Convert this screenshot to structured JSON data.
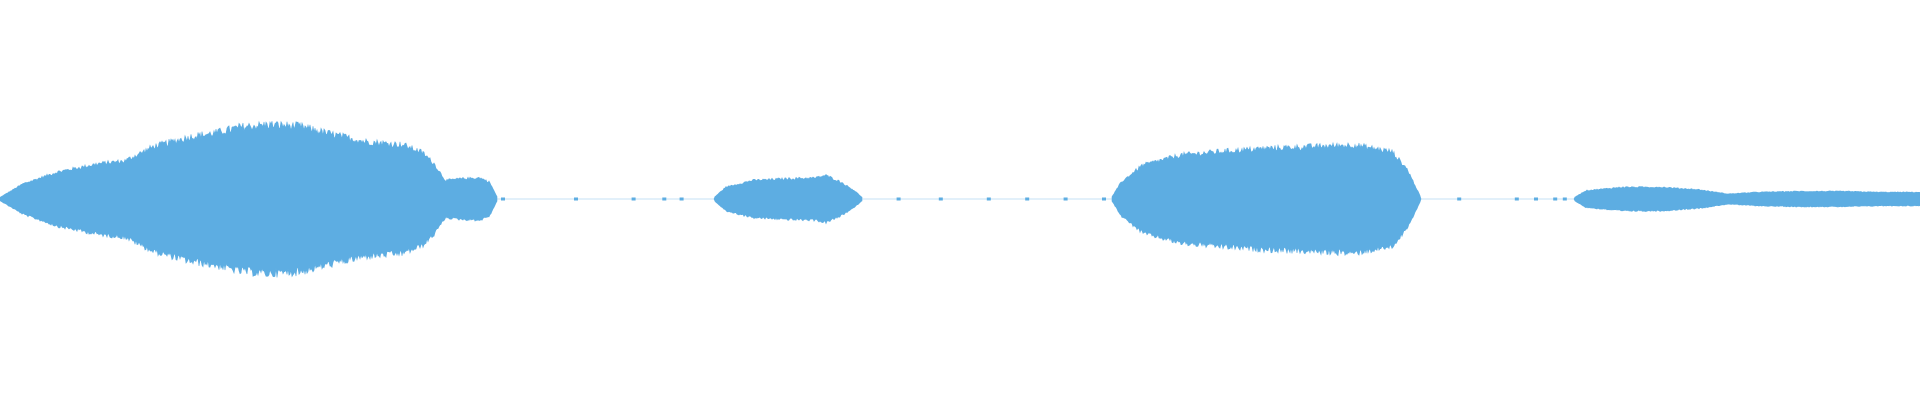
{
  "waveform": {
    "color": "#5dade2",
    "background": "#ffffff",
    "segments": [
      {
        "name": "segment-1",
        "start": 0.0,
        "end": 0.259,
        "envelope": [
          [
            0.0,
            0.02
          ],
          [
            0.012,
            0.18
          ],
          [
            0.03,
            0.32
          ],
          [
            0.052,
            0.42
          ],
          [
            0.065,
            0.45
          ],
          [
            0.08,
            0.62
          ],
          [
            0.1,
            0.74
          ],
          [
            0.112,
            0.78
          ],
          [
            0.125,
            0.85
          ],
          [
            0.14,
            0.88
          ],
          [
            0.156,
            0.86
          ],
          [
            0.17,
            0.78
          ],
          [
            0.19,
            0.68
          ],
          [
            0.21,
            0.64
          ],
          [
            0.22,
            0.55
          ],
          [
            0.226,
            0.42
          ],
          [
            0.232,
            0.22
          ],
          [
            0.24,
            0.24
          ],
          [
            0.25,
            0.25
          ],
          [
            0.255,
            0.2
          ],
          [
            0.259,
            0.02
          ]
        ]
      },
      {
        "name": "segment-2",
        "start": 0.372,
        "end": 0.449,
        "envelope": [
          [
            0.372,
            0.02
          ],
          [
            0.378,
            0.14
          ],
          [
            0.392,
            0.22
          ],
          [
            0.41,
            0.24
          ],
          [
            0.425,
            0.25
          ],
          [
            0.43,
            0.28
          ],
          [
            0.438,
            0.2
          ],
          [
            0.445,
            0.1
          ],
          [
            0.449,
            0.02
          ]
        ]
      },
      {
        "name": "segment-3",
        "start": 0.579,
        "end": 0.74,
        "envelope": [
          [
            0.579,
            0.02
          ],
          [
            0.584,
            0.2
          ],
          [
            0.595,
            0.4
          ],
          [
            0.615,
            0.52
          ],
          [
            0.635,
            0.56
          ],
          [
            0.66,
            0.6
          ],
          [
            0.685,
            0.62
          ],
          [
            0.705,
            0.64
          ],
          [
            0.725,
            0.56
          ],
          [
            0.733,
            0.35
          ],
          [
            0.74,
            0.02
          ]
        ]
      },
      {
        "name": "segment-4",
        "start": 0.82,
        "end": 1.0,
        "envelope": [
          [
            0.82,
            0.02
          ],
          [
            0.826,
            0.1
          ],
          [
            0.845,
            0.14
          ],
          [
            0.865,
            0.14
          ],
          [
            0.885,
            0.11
          ],
          [
            0.9,
            0.06
          ],
          [
            0.915,
            0.08
          ],
          [
            0.935,
            0.09
          ],
          [
            0.96,
            0.09
          ],
          [
            0.98,
            0.08
          ],
          [
            1.0,
            0.08
          ]
        ]
      }
    ],
    "blips": [
      0.262,
      0.3,
      0.33,
      0.346,
      0.355,
      0.468,
      0.49,
      0.515,
      0.535,
      0.555,
      0.575,
      0.76,
      0.79,
      0.8,
      0.81,
      0.815
    ]
  }
}
